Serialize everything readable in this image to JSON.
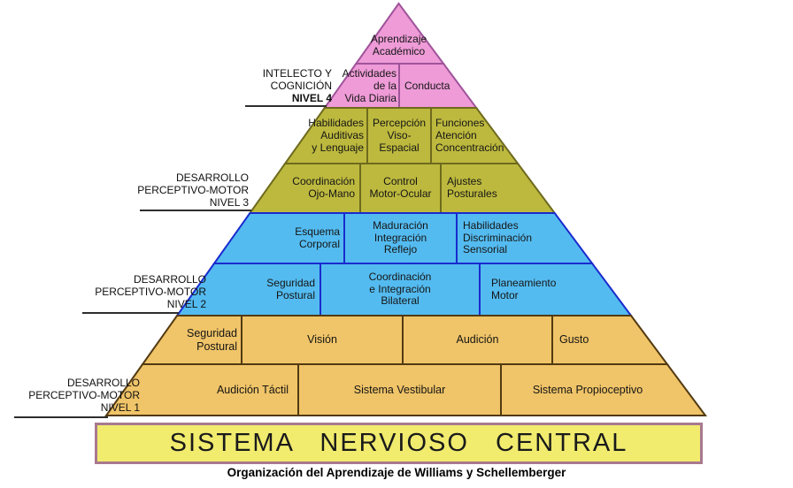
{
  "pyramid": {
    "nivel4": {
      "side_label": "INTELECTO Y\nCOGNICIÓN",
      "side_level": "NIVEL 4",
      "cells": [
        "Aprendizaje\nAcadémico",
        "Actividades\nde la\nVida Diaria",
        "Conducta"
      ]
    },
    "nivel3": {
      "side_label": "DESARROLLO\nPERCEPTIVO-MOTOR",
      "side_level": "NIVEL 3",
      "row_top": [
        "Habilidades\nAuditivas\ny Lenguaje",
        "Percepción\nViso-Espacial",
        "Funciones\nAtención\nConcentración"
      ],
      "row_bottom": [
        "Coordinación\nOjo-Mano",
        "Control\nMotor-Ocular",
        "Ajustes\nPosturales"
      ]
    },
    "nivel2": {
      "side_label": "DESARROLLO\nPERCEPTIVO-MOTOR",
      "side_level": "NIVEL 2",
      "row_top": [
        "Esquema\nCorporal",
        "Maduración\nIntegración\nReflejo",
        "Habilidades\nDiscriminación\nSensorial"
      ],
      "row_bottom": [
        "Seguridad\nPostural",
        "Coordinación\ne Integración\nBilateral",
        "Planeamiento\nMotor"
      ]
    },
    "nivel1": {
      "side_label": "DESARROLLO\nPERCEPTIVO-MOTOR",
      "side_level": "NIVEL 1",
      "row_top": [
        "Seguridad\nPostural",
        "Visión",
        "Audición",
        "Gusto"
      ],
      "row_bottom": [
        "Audición Táctil",
        "Sistema Vestibular",
        "Sistema Propioceptivo"
      ]
    }
  },
  "base_banner": "SISTEMA NERVIOSO CENTRAL",
  "caption": "Organización del Aprendizaje de Williams y Schellemberger",
  "colors": {
    "level4_pink_fill": "#EE9BD7",
    "level4_pink_border": "#A0549A",
    "level3_olive_fill": "#BDB93E",
    "level3_olive_border": "#6E6A1E",
    "level2_blue_fill": "#54BBF0",
    "level2_blue_border": "#1A2BCE",
    "level1_orange_fill": "#F0C468",
    "level1_orange_border": "#523A12",
    "banner_yellow_fill": "#F1EB6E",
    "banner_border": "#A8798F"
  }
}
